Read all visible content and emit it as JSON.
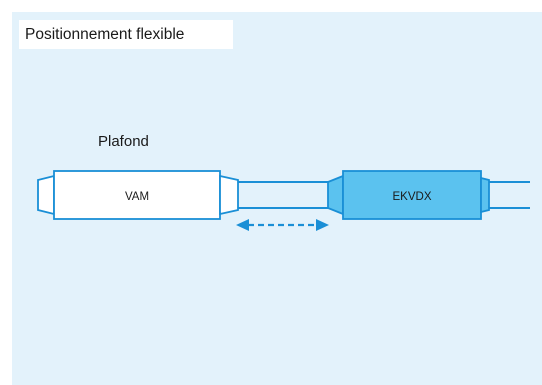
{
  "title": "Positionnement flexible",
  "ceiling_label": "Plafond",
  "units": {
    "vam_label": "VAM",
    "ekvdx_label": "EKVDX"
  },
  "colors": {
    "panel_background": "#e3f2fb",
    "outline_blue": "#1a8fd6",
    "ekvdx_fill": "#5bc2ef",
    "arrow_blue": "#1a8fd6"
  }
}
